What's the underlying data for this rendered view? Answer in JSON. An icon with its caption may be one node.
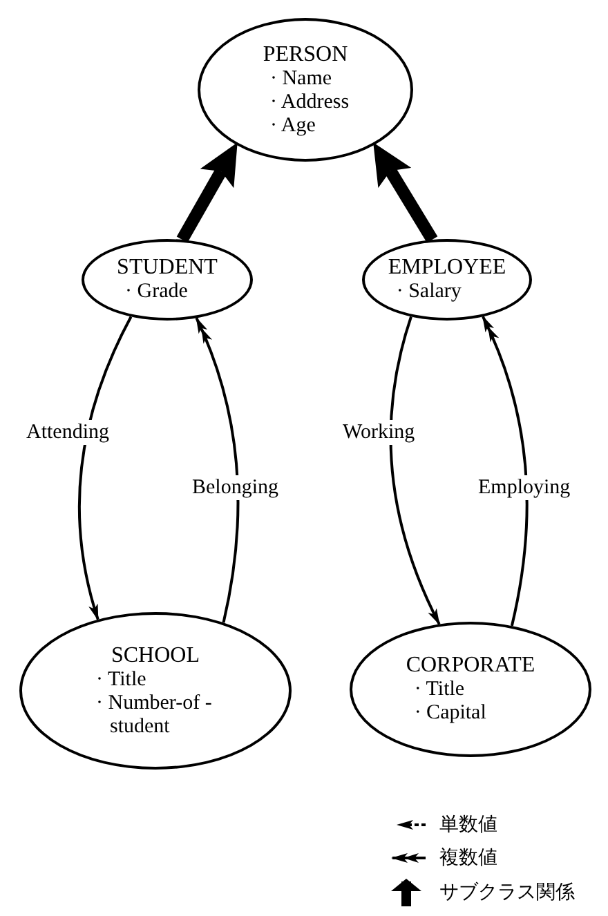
{
  "diagram": {
    "nodes": [
      {
        "text": [
          "PERSON",
          "· Name",
          "· Address",
          "· Age"
        ]
      },
      {
        "text": [
          "STUDENT",
          "· Grade"
        ]
      },
      {
        "text": [
          "EMPLOYEE",
          "· Salary"
        ]
      },
      {
        "text": [
          "SCHOOL",
          "· Title",
          "· Number-of -student"
        ]
      },
      {
        "text": [
          "CORPORATE",
          "· Title",
          "· Capital"
        ]
      }
    ],
    "edges": [
      {
        "from": 1,
        "to": 0,
        "arrow": "to",
        "style": "thick"
      },
      {
        "from": 2,
        "to": 0,
        "arrow": "to",
        "style": "thick"
      },
      {
        "from": 1,
        "to": 3,
        "arrow": "to",
        "label": "Attending"
      },
      {
        "from": 3,
        "to": 1,
        "arrow": "to",
        "label": "Belonging"
      },
      {
        "from": 2,
        "to": 4,
        "arrow": "to",
        "label": "Working"
      },
      {
        "from": 4,
        "to": 2,
        "arrow": "to",
        "label": "Employing"
      }
    ],
    "legend": [
      {
        "text": "単数値"
      },
      {
        "text": "複数値"
      },
      {
        "text": "サブクラス関係"
      }
    ]
  }
}
